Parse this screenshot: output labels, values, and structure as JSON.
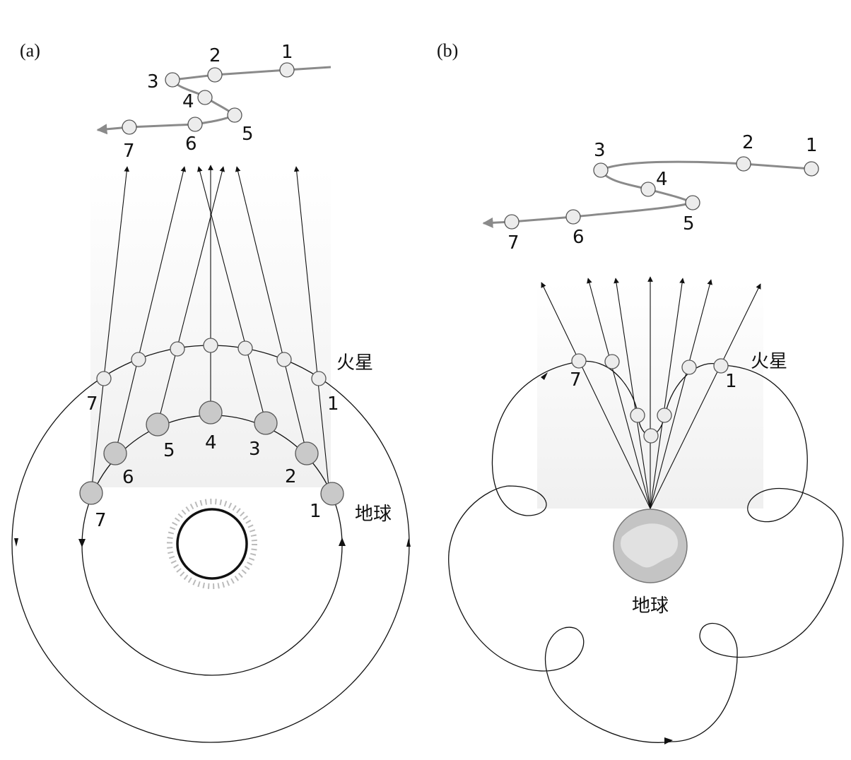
{
  "panels": {
    "a": {
      "label": "(a)",
      "mars_label": "火星",
      "earth_label": "地球",
      "path_labels": [
        "1",
        "2",
        "3",
        "4",
        "5",
        "6",
        "7"
      ],
      "mars_orbit_labels": {
        "first": "1",
        "last": "7"
      },
      "earth_labels": [
        "1",
        "2",
        "3",
        "4",
        "5",
        "6",
        "7"
      ]
    },
    "b": {
      "label": "(b)",
      "mars_label": "火星",
      "earth_label": "地球",
      "path_labels": [
        "1",
        "2",
        "3",
        "4",
        "5",
        "6",
        "7"
      ],
      "mars_orbit_labels": {
        "first": "1",
        "last": "7"
      }
    }
  },
  "colors": {
    "line": "#111111",
    "path": "#8a8a8a",
    "mars_fill": "#ececec",
    "earth_fill": "#c9c9c9"
  }
}
